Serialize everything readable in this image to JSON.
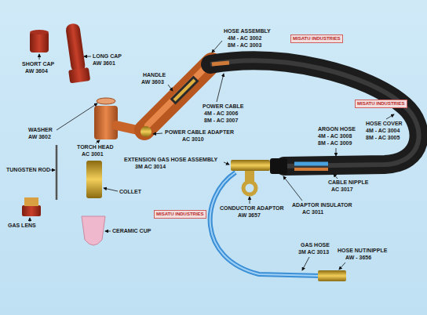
{
  "diagram": {
    "labels": [
      "HOSE ASSEMBLY",
      "4M - AC 3002",
      "8M - AC 3003",
      "LONG CAP",
      "AW 3601",
      "HANDLE",
      "AW 3603",
      "SHORT CAP",
      "AW 3604",
      "POWER CABLE",
      "4M - AC 3006",
      "8M - AC 3007",
      "HOSE COVER",
      "4M - AC 3004",
      "8M - AC 3005",
      "ARGON HOSE",
      "4M - AC 3008",
      "8M - AC 3009",
      "WASHER",
      "AW 3602",
      "POWER CABLE ADAPTER",
      "AC 3010",
      "TORCH HEAD",
      "AC 3001",
      "TUNGSTEN ROD",
      "EXTENSION GAS HOSE ASSEMBLY",
      "3M AC 3014",
      "CABLE NIPPLE",
      "AC 3017",
      "COLLET",
      "ADAPTOR INSULATOR",
      "AC 3011",
      "CONDUCTOR ADAPTOR",
      "AW 3657",
      "GAS LENS",
      "CERAMIC CUP",
      "GAS HOSE",
      "3M AC 3013",
      "HOSE NUT/NIPPLE",
      "AW - 3656",
      "MISATU INDUSTRIES",
      "MISATU INDUSTRIES",
      "MISATU INDUSTRIES"
    ]
  }
}
